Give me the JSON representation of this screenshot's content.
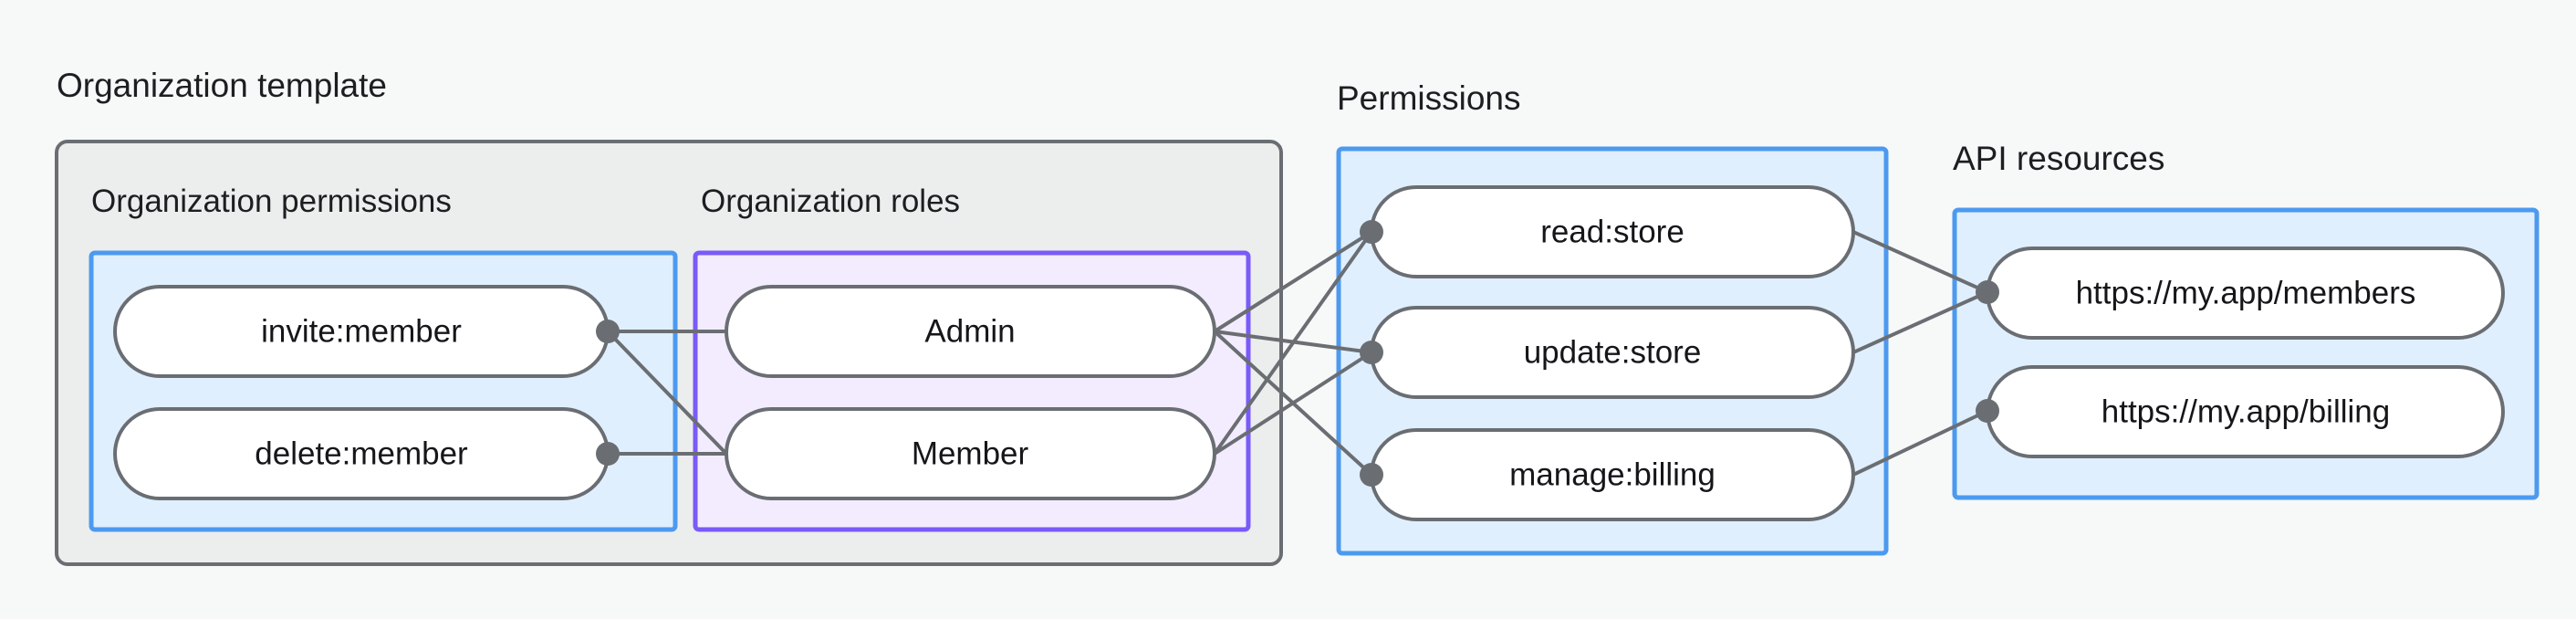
{
  "diagram": {
    "type": "graph",
    "background_color": "#F7F8F8",
    "groups": {
      "organization_template": {
        "title": "Organization template",
        "border_color": "#6A6E73",
        "fill_color": "#ECEDED",
        "subgroups": {
          "organization_permissions": {
            "title": "Organization permissions",
            "border_color": "#4C9AF0",
            "fill_color": "#E0EFFD",
            "nodes": [
              {
                "id": "invite_member",
                "label": "invite:member"
              },
              {
                "id": "delete_member",
                "label": "delete:member"
              }
            ]
          },
          "organization_roles": {
            "title": "Organization roles",
            "border_color": "#7A5AF8",
            "fill_color": "#F3ECFE",
            "nodes": [
              {
                "id": "admin",
                "label": "Admin"
              },
              {
                "id": "member",
                "label": "Member"
              }
            ]
          }
        }
      },
      "permissions": {
        "title": "Permissions",
        "border_color": "#4C9AF0",
        "fill_color": "#E0EFFD",
        "nodes": [
          {
            "id": "read_store",
            "label": "read:store"
          },
          {
            "id": "update_store",
            "label": "update:store"
          },
          {
            "id": "manage_billing",
            "label": "manage:billing"
          }
        ]
      },
      "api_resources": {
        "title": "API resources",
        "border_color": "#4C9AF0",
        "fill_color": "#E0EFFD",
        "nodes": [
          {
            "id": "members_url",
            "label": "https://my.app/members"
          },
          {
            "id": "billing_url",
            "label": "https://my.app/billing"
          }
        ]
      }
    },
    "edges": [
      {
        "from": "invite_member",
        "to": "admin"
      },
      {
        "from": "invite_member",
        "to": "member"
      },
      {
        "from": "delete_member",
        "to": "member"
      },
      {
        "from": "admin",
        "to": "read_store"
      },
      {
        "from": "admin",
        "to": "update_store"
      },
      {
        "from": "admin",
        "to": "manage_billing"
      },
      {
        "from": "member",
        "to": "read_store"
      },
      {
        "from": "member",
        "to": "update_store"
      },
      {
        "from": "read_store",
        "to": "members_url"
      },
      {
        "from": "update_store",
        "to": "members_url"
      },
      {
        "from": "manage_billing",
        "to": "billing_url"
      }
    ]
  }
}
